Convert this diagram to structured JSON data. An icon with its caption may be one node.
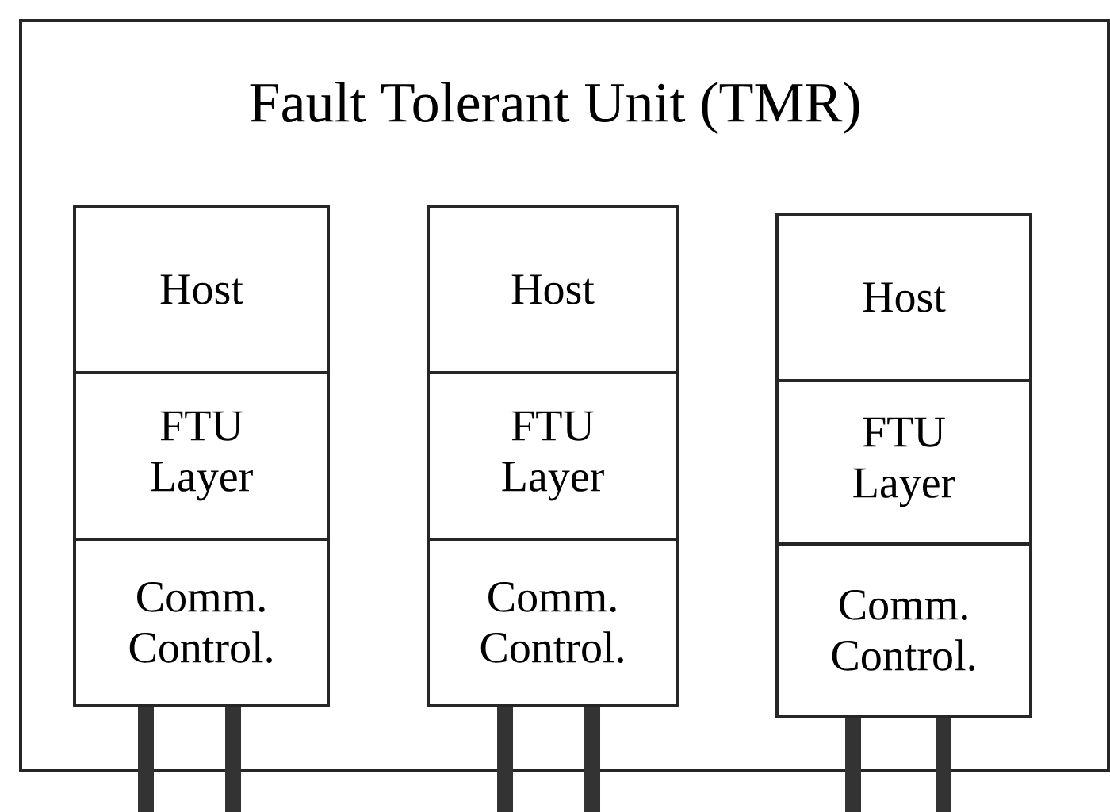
{
  "diagram": {
    "nodes": [
      {
        "text": [
          "Fault Tolerant Unit (TMR)"
        ]
      },
      {
        "text": [
          "Host"
        ],
        "in": 0
      },
      {
        "text": [
          "FTU Layer"
        ],
        "in": 0
      },
      {
        "text": [
          "Comm. Control."
        ],
        "in": 0
      },
      {
        "text": [
          "Host"
        ],
        "in": 0
      },
      {
        "text": [
          "FTU Layer"
        ],
        "in": 0
      },
      {
        "text": [
          "Comm. Control."
        ],
        "in": 0
      },
      {
        "text": [
          "Host"
        ],
        "in": 0
      },
      {
        "text": [
          "FTU Layer"
        ],
        "in": 0
      },
      {
        "text": [
          "Comm. Control."
        ],
        "in": 0
      }
    ],
    "edges": [
      {
        "from": 3,
        "to": null,
        "arrow": "none"
      },
      {
        "from": 3,
        "to": null,
        "arrow": "none"
      },
      {
        "from": 6,
        "to": null,
        "arrow": "none"
      },
      {
        "from": 6,
        "to": null,
        "arrow": "none"
      },
      {
        "from": 9,
        "to": null,
        "arrow": "none"
      },
      {
        "from": 9,
        "to": null,
        "arrow": "none"
      }
    ]
  }
}
